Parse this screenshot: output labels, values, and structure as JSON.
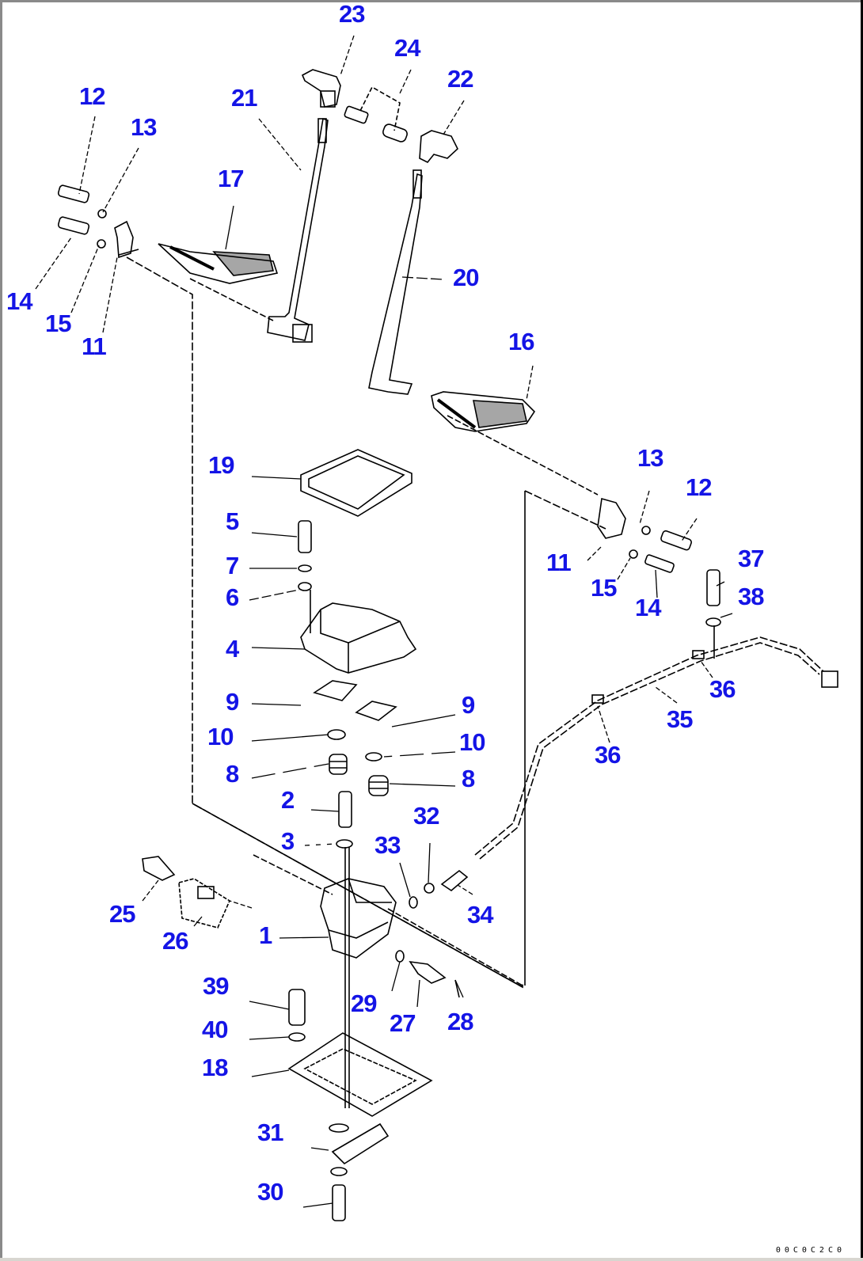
{
  "diagram": {
    "type": "exploded-parts-diagram",
    "label_color": "#1414e6",
    "line_color": "#000000",
    "drawing_code": "00C0C2C0"
  },
  "callouts": {
    "c23": "23",
    "c24": "24",
    "c22": "22",
    "c21": "21",
    "c12a": "12",
    "c13a": "13",
    "c17": "17",
    "c14a": "14",
    "c15a": "15",
    "c11a": "11",
    "c20": "20",
    "c16": "16",
    "c19": "19",
    "c13b": "13",
    "c12b": "12",
    "c11b": "11",
    "c15b": "15",
    "c14b": "14",
    "c37": "37",
    "c38": "38",
    "c5": "5",
    "c7": "7",
    "c6": "6",
    "c4": "4",
    "c9a": "9",
    "c9b": "9",
    "c10a": "10",
    "c10b": "10",
    "c8a": "8",
    "c8b": "8",
    "c36a": "36",
    "c35": "35",
    "c36b": "36",
    "c2": "2",
    "c32": "32",
    "c3": "3",
    "c33": "33",
    "c34": "34",
    "c25": "25",
    "c26": "26",
    "c1": "1",
    "c39": "39",
    "c29": "29",
    "c27": "27",
    "c28": "28",
    "c40": "40",
    "c18": "18",
    "c31": "31",
    "c30": "30"
  }
}
